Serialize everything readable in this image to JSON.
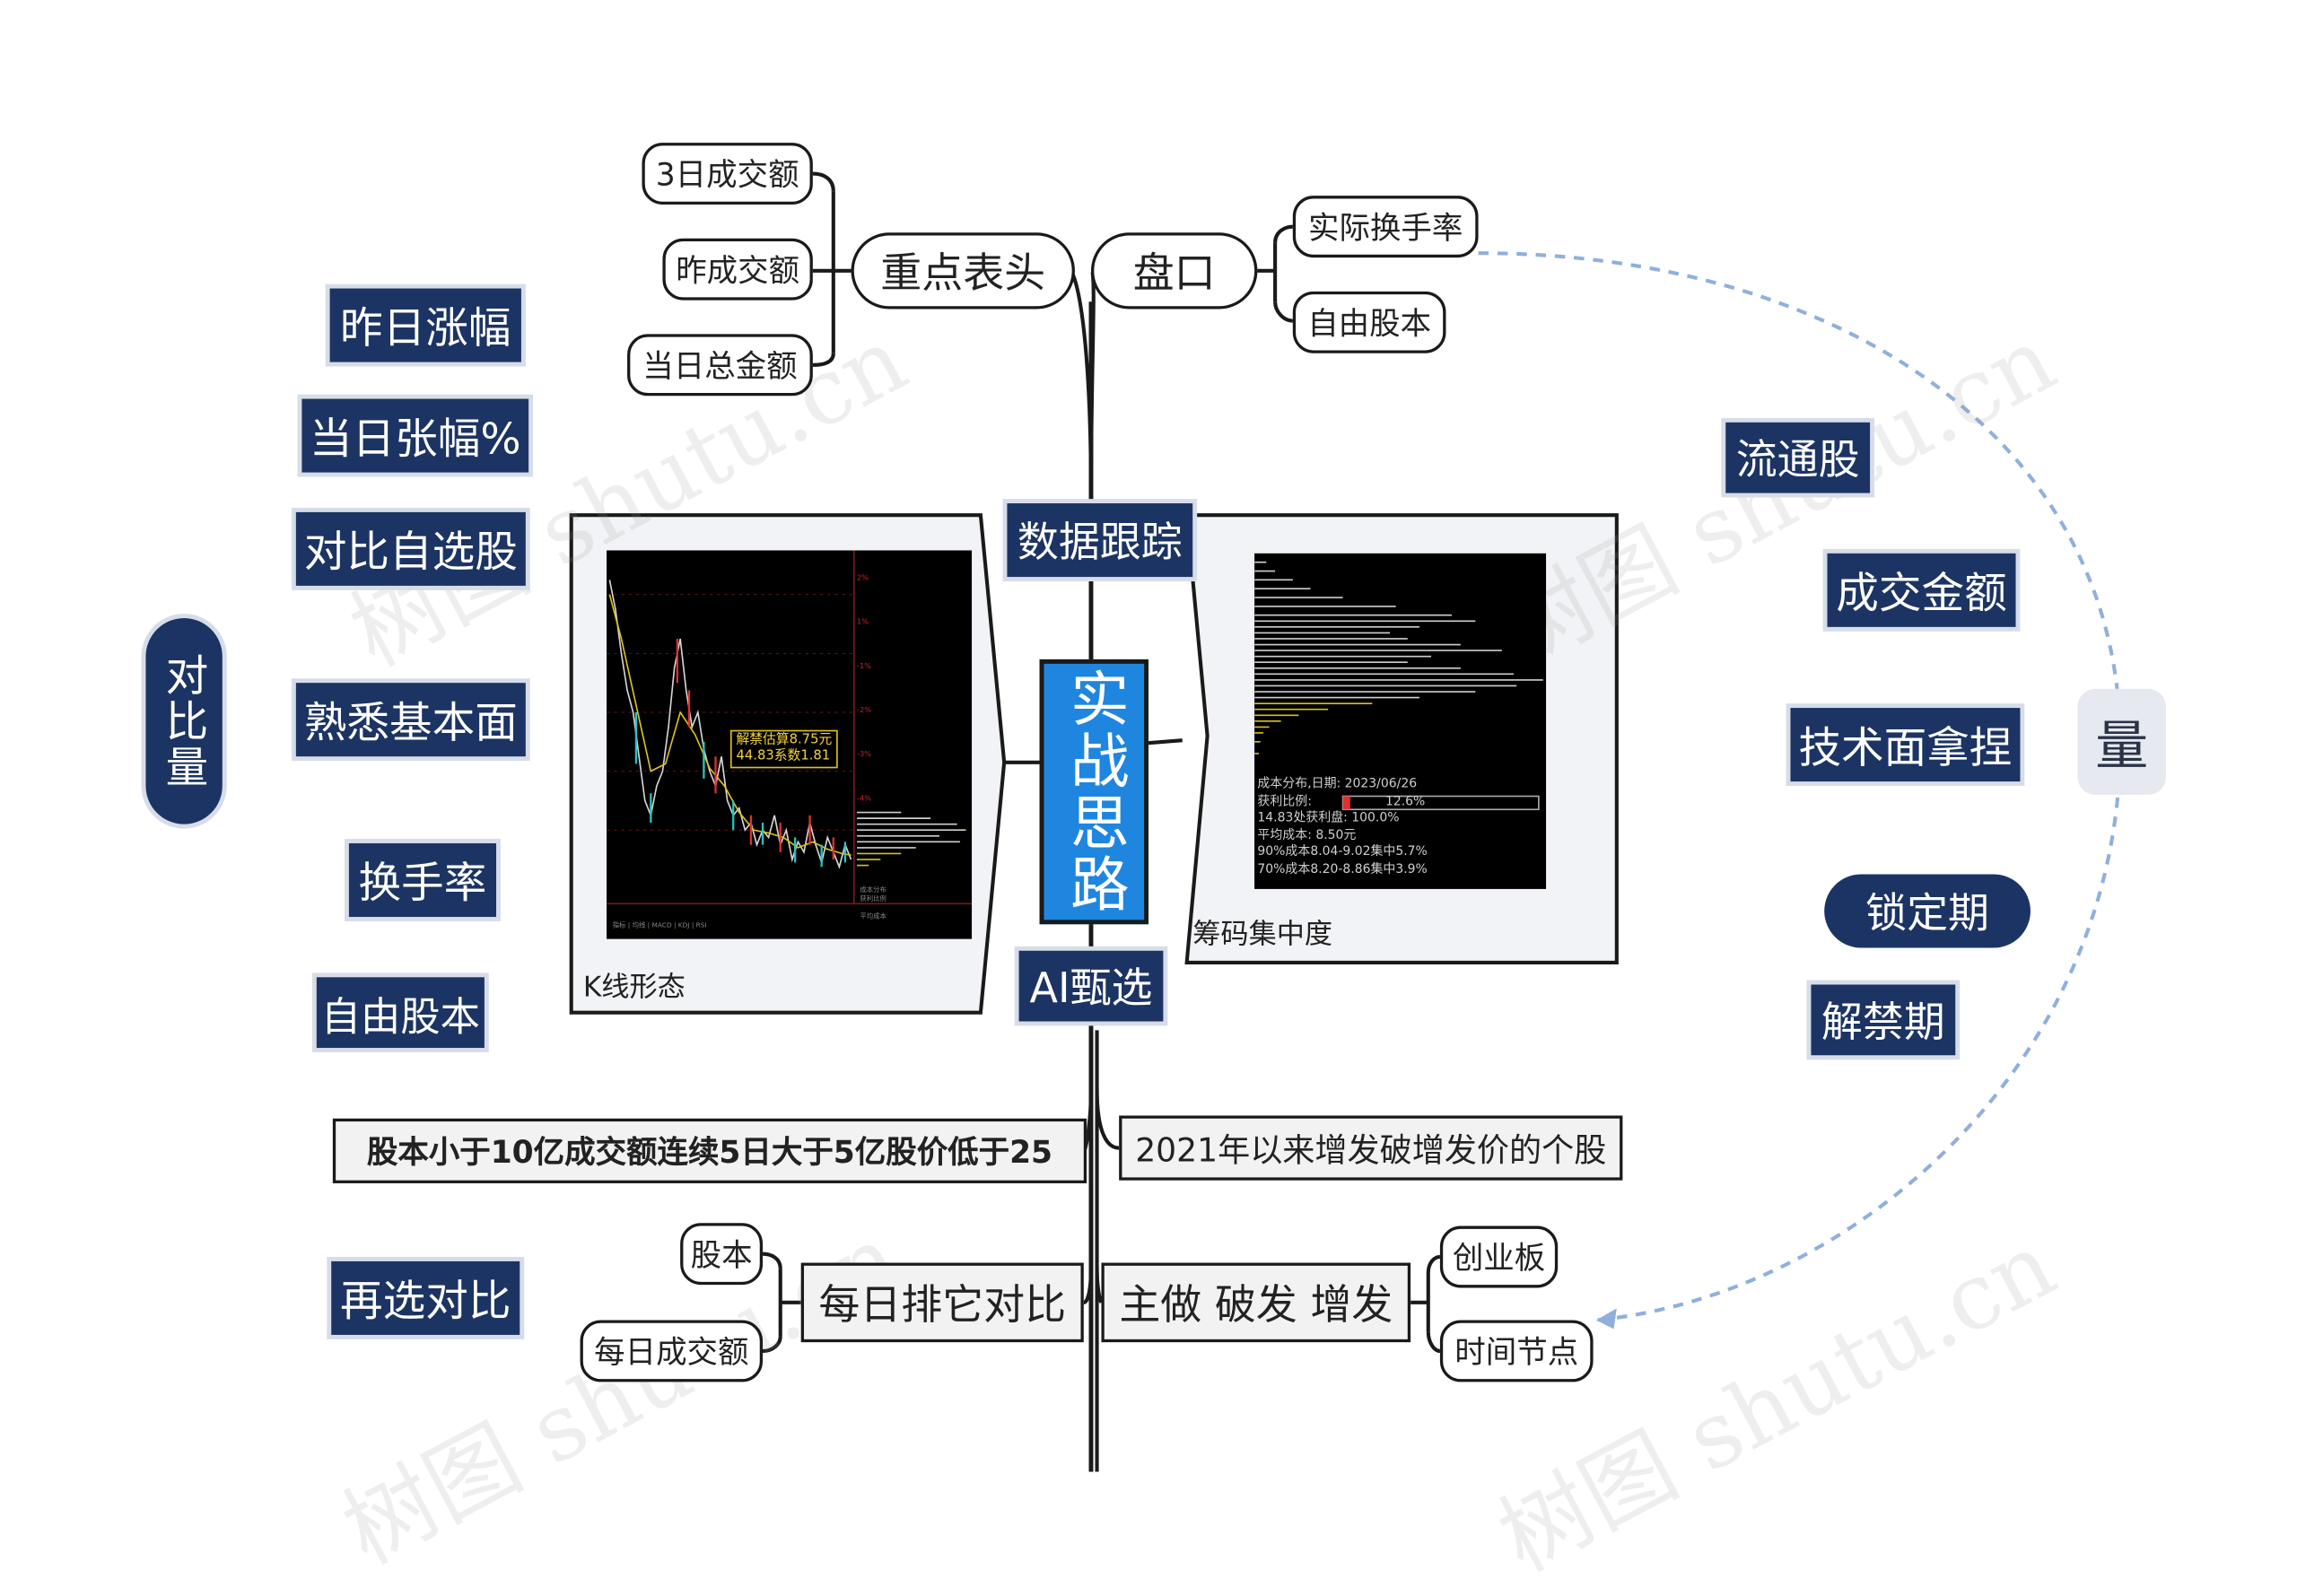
{
  "center": "实战思路",
  "branches": {
    "data_tracking": "数据跟踪",
    "ai_select": "AI甄选"
  },
  "top": {
    "focus_header": "重点表头",
    "focus_children": [
      "3日成交额",
      "昨成交额",
      "当日总金额"
    ],
    "pankou": "盘口",
    "pankou_children": [
      "实际换手率",
      "自由股本"
    ]
  },
  "panels": {
    "kline_caption": "K线形态",
    "chips_caption": "筹码集中度",
    "kline_annotation": [
      "解禁估算8.75元",
      "44.83系数1.81"
    ],
    "chips_info": [
      "成本分布,日期: 2023/06/26",
      "获利比例:",
      "12.6%",
      "14.83处获利盘: 100.0%",
      "平均成本: 8.50元",
      "90%成本8.04-9.02集中5.7%",
      "70%成本8.20-8.86集中3.9%"
    ]
  },
  "bottom": {
    "condition": "股本小于10亿成交额连续5日大于5亿股价低于25",
    "since_2021": "2021年以来增发破增发价的个股",
    "daily_compare": "每日排它对比",
    "daily_children": [
      "股本",
      "每日成交额"
    ],
    "main": "主做 破发 增发",
    "main_children": [
      "创业板",
      "时间节点"
    ]
  },
  "left_tags": [
    "昨日涨幅",
    "当日张幅%",
    "对比自选股",
    "熟悉基本面",
    "换手率",
    "自由股本",
    "再选对比"
  ],
  "left_vertical": "对比量",
  "right_tags": [
    "流通股",
    "成交金额",
    "技术面拿捏",
    "锁定期",
    "解禁期"
  ],
  "right_vertical": "量",
  "watermark": "树图 shutu.cn",
  "colors": {
    "navy": "#1c3463",
    "center_blue": "#1f86e0",
    "dashed": "#8fb0de"
  }
}
